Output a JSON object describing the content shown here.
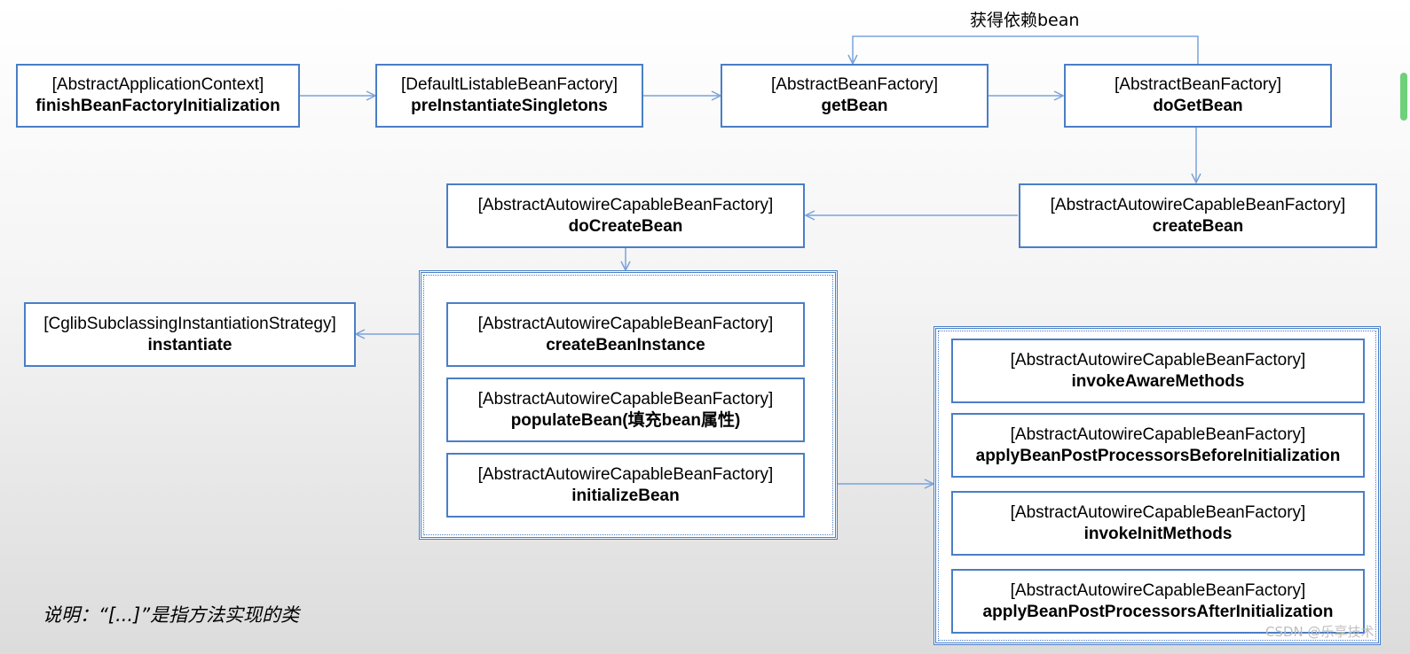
{
  "top_label": "获得依赖bean",
  "note": "说明：“[...]”是指方法实现的类",
  "watermark": "CSDN @乐享技术",
  "colors": {
    "border": "#4a7ec6",
    "arrow": "#7aa3db",
    "scroll_thumb": "#6fd07a"
  },
  "nodes": {
    "finish": {
      "cls": "[AbstractApplicationContext]",
      "method": "finishBeanFactoryInitialization"
    },
    "preinst": {
      "cls": "[DefaultListableBeanFactory]",
      "method": "preInstantiateSingletons"
    },
    "getbean": {
      "cls": "[AbstractBeanFactory]",
      "method": "getBean"
    },
    "dogetbean": {
      "cls": "[AbstractBeanFactory]",
      "method": "doGetBean"
    },
    "createbean": {
      "cls": "[AbstractAutowireCapableBeanFactory]",
      "method": "createBean"
    },
    "docreatebean": {
      "cls": "[AbstractAutowireCapableBeanFactory]",
      "method": "doCreateBean"
    },
    "instantiate": {
      "cls": "[CglibSubclassingInstantiationStrategy]",
      "method": "instantiate"
    },
    "createbeaninstance": {
      "cls": "[AbstractAutowireCapableBeanFactory]",
      "method": "createBeanInstance"
    },
    "populatebean": {
      "cls": "[AbstractAutowireCapableBeanFactory]",
      "method": "populateBean(填充bean属性)"
    },
    "initializebean": {
      "cls": "[AbstractAutowireCapableBeanFactory]",
      "method": "initializeBean"
    },
    "invokeaware": {
      "cls": "[AbstractAutowireCapableBeanFactory]",
      "method": "invokeAwareMethods"
    },
    "applybefore": {
      "cls": "[AbstractAutowireCapableBeanFactory]",
      "method": "applyBeanPostProcessorsBeforeInitialization"
    },
    "invokeinit": {
      "cls": "[AbstractAutowireCapableBeanFactory]",
      "method": "invokeInitMethods"
    },
    "applyafter": {
      "cls": "[AbstractAutowireCapableBeanFactory]",
      "method": "applyBeanPostProcessorsAfterInitialization"
    }
  }
}
